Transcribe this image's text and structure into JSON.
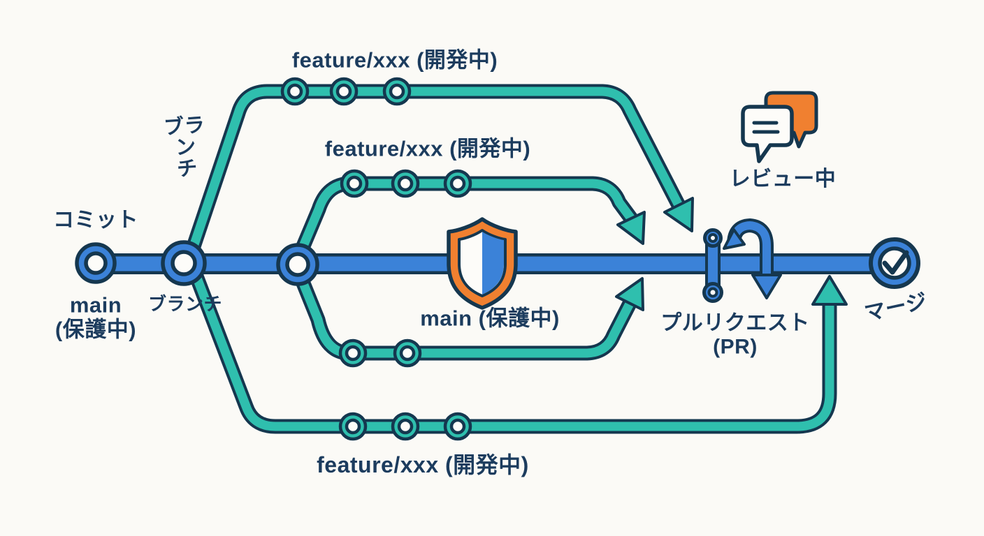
{
  "colors": {
    "background": "#fbfaf6",
    "main_branch_blue": "#3b82d8",
    "branch_teal": "#2fbfae",
    "outline_navy": "#15374f",
    "text_navy": "#1c3c5e",
    "accent_orange": "#f08030",
    "paper_white": "#fdfcf9"
  },
  "labels": {
    "commit": "コミット",
    "branch_diagonal": "ブラ\nン\nチ",
    "branch_node": "ブランチ",
    "main_protected_left": "main\n(保護中)",
    "feature_top": "feature/xxx (開発中)",
    "feature_middle": "feature/xxx (開発中)",
    "feature_bottom": "feature/xxx (開発中)",
    "main_protected_center": "main (保護中)",
    "pull_request": "プルリクエスト\n(PR)",
    "review": "レビュー中",
    "merge": "マージ"
  },
  "diagram": {
    "main_branch": {
      "name": "main",
      "status": "保護中",
      "commit_nodes": 3,
      "end_node": "マージ"
    },
    "feature_branches": [
      {
        "name": "feature/xxx",
        "status": "開発中",
        "position": "top",
        "commit_count": 3,
        "merges_into": "プルリクエスト"
      },
      {
        "name": "feature/xxx",
        "status": "開発中",
        "position": "upper-middle",
        "commit_count": 3,
        "merges_into": "プルリクエスト"
      },
      {
        "name": "feature/xxx",
        "status": "開発中",
        "position": "lower-middle",
        "commit_count": 2,
        "merges_into": "main"
      },
      {
        "name": "feature/xxx",
        "status": "開発中",
        "position": "bottom",
        "commit_count": 3,
        "merges_into": "main"
      }
    ],
    "icons": [
      "shield-icon",
      "pull-request-icon",
      "review-chat-icon",
      "merge-check-icon"
    ]
  }
}
